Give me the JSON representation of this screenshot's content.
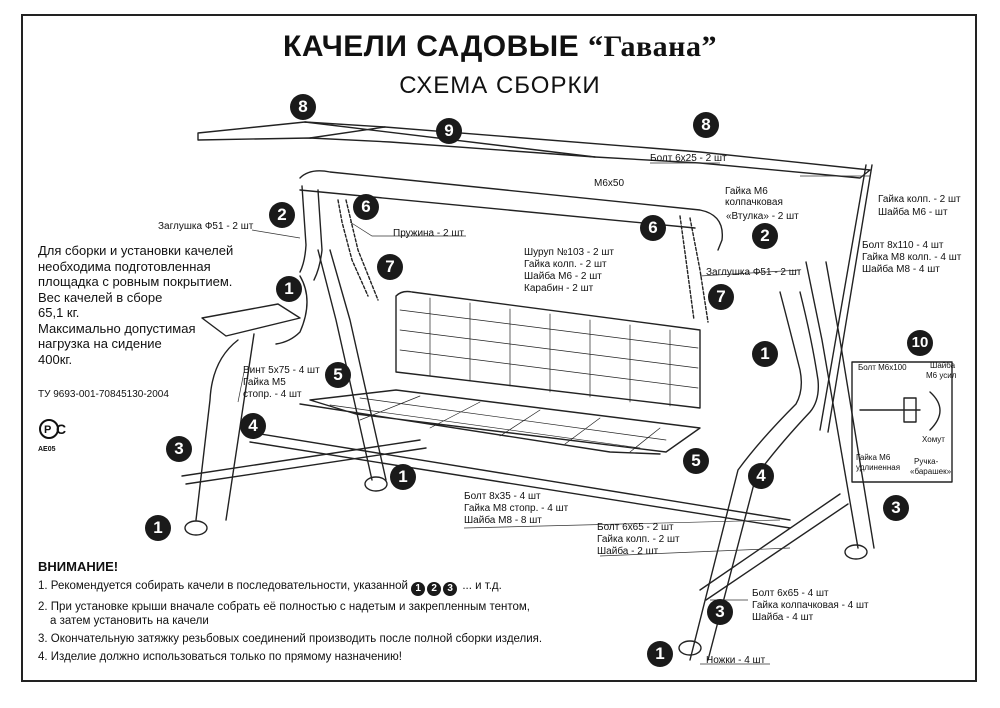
{
  "header": {
    "title_main": "КАЧЕЛИ САДОВЫЕ ",
    "title_name": "“Гавана”",
    "subtitle": "СХЕМА СБОРКИ"
  },
  "info": {
    "line1": "Для сборки и установки качелей",
    "line2": "необходима подготовленная",
    "line3": "площадка с ровным покрытием.",
    "line4": "Вес качелей в сборе",
    "line5": "65,1 кг.",
    "line6": "Максимально допустимая",
    "line7": "нагрузка на сидение",
    "line8": "400кг."
  },
  "tu": "ТУ 9693-001-70845130-2004",
  "cert": {
    "mark": "РСТ",
    "code": "АЕ05"
  },
  "attention": {
    "title": "ВНИМАНИЕ!",
    "note1_prefix": "1. Рекомендуется собирать качели в последовательности, указанной",
    "note1_n1": "1",
    "note1_n2": "2",
    "note1_n3": "3",
    "note1_suffix": "... и т.д.",
    "note2_line1": "2. При установке крыши вначале собрать её полностью с надетым и закрепленным тентом,",
    "note2_line2": "а затем установить на качели",
    "note3": "3. Окончательную затяжку резьбовых соединений производить после полной сборки изделия.",
    "note4": "4. Изделие должно использоваться только по прямому назначению!"
  },
  "labels": {
    "bolt6x25": "Болт 6х25 - 2 шт",
    "m6x50": "М6х50",
    "nutM6cap1": "Гайка М6",
    "nutM6cap2": "колпачковая",
    "vtulka": "«Втулка» - 2 шт",
    "nutKolpR": "Гайка колп. - 2 шт",
    "washerM6R": "Шайба М6 - шт",
    "plugLeft": "Заглушка Ф51 - 2 шт",
    "spring": "Пружина - 2 шт",
    "screw1": "Шуруп №103 - 2 шт",
    "screw2": "Гайка колп. - 2 шт",
    "screw3": "Шайба М6 - 2 шт",
    "screw4": "Карабин  - 2 шт",
    "plugRight": "Заглушка Ф51 - 2 шт",
    "bolt8x110_1": "Болт 8х110 - 4 шт",
    "bolt8x110_2": "Гайка М8 колп. - 4 шт",
    "bolt8x110_3": "Шайба М8 - 4 шт",
    "vint1": "Винт 5х75 - 4 шт",
    "vint2": "Гайка М5",
    "vint3": "стопр. - 4 шт",
    "bolt8x35_1": "Болт 8х35 - 4 шт",
    "bolt8x35_2": "Гайка М8 стопр. - 4 шт",
    "bolt8x35_3": "Шайба М8 - 8 шт",
    "bolt6x65a_1": "Болт 6х65 - 2 шт",
    "bolt6x65a_2": "Гайка колп. - 2 шт",
    "bolt6x65a_3": "Шайба - 2 шт",
    "bolt6x65b_1": "Болт 6х65 - 4 шт",
    "bolt6x65b_2": "Гайка колпачковая - 4 шт",
    "bolt6x65b_3": "Шайба - 4 шт",
    "feet": "Ножки - 4 шт",
    "d10_bolt": "Болт М6х100",
    "d10_washer1": "Шайба",
    "d10_washer2": "М6 усил",
    "d10_clamp": "Хомут",
    "d10_nut1": "Гайка М6",
    "d10_nut2": "удлиненная",
    "d10_knob1": "Ручка-",
    "d10_knob2": "«барашек»"
  },
  "steps": {
    "s8a": "8",
    "s9": "9",
    "s8b": "8",
    "s2a": "2",
    "s6a": "6",
    "s6b": "6",
    "s2b": "2",
    "s7a": "7",
    "s7b": "7",
    "s1a": "1",
    "s1b": "1",
    "s1c": "1",
    "s1d": "1",
    "s1e": "1",
    "s5a": "5",
    "s5b": "5",
    "s4a": "4",
    "s4b": "4",
    "s3a": "3",
    "s3b": "3",
    "s3c": "3",
    "s10": "10"
  }
}
